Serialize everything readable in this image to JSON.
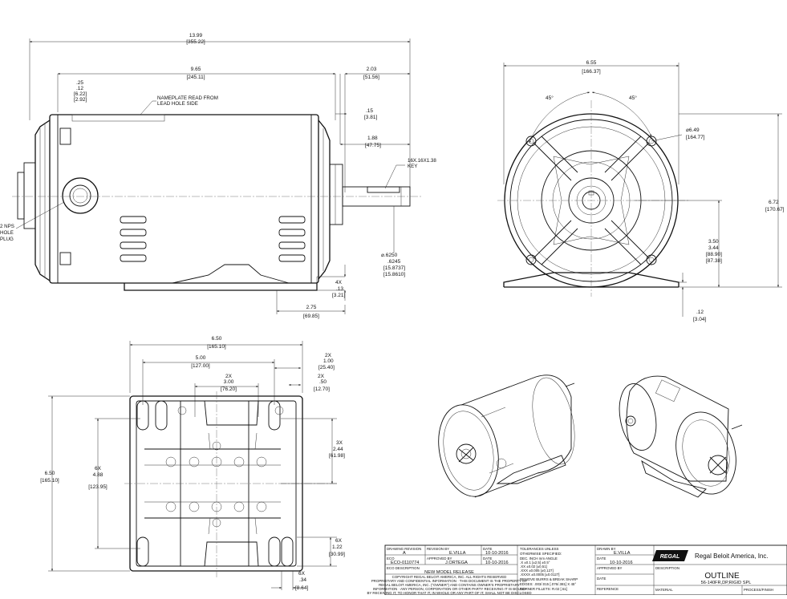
{
  "side_view": {
    "overall_length": [
      "13.99",
      "[355.22]"
    ],
    "body_length": [
      "9.65",
      "[245.11]"
    ],
    "shaft_ext": [
      "2.03",
      "[51.56]"
    ],
    "top_offset": [
      ".25",
      ".12",
      "[6.22]",
      "[2.92]"
    ],
    "shoulder": [
      ".15",
      "[3.81]"
    ],
    "shaft_len": [
      "1.88",
      "[47.75]"
    ],
    "key_note": [
      "16X.16X1.38",
      "KEY"
    ],
    "nameplate_note": [
      "NAMEPLATE READ FROM",
      "LEAD HOLE SIDE"
    ],
    "plug_note": [
      "2 NPS",
      "HOLE",
      "PLUG"
    ],
    "shaft_dia": [
      "⌀.6250",
      ".6245",
      "[15.8737]",
      "[15.8610]"
    ],
    "base_thick": [
      "4X",
      ".13",
      "[3.21]"
    ],
    "base_offset": [
      "2.75",
      "[69.85]"
    ]
  },
  "end_view": {
    "width": [
      "6.55",
      "[166.37]"
    ],
    "angle_left": "45°",
    "angle_right": "45°",
    "bolt_circle": [
      "⌀6.49",
      "[164.77]"
    ],
    "height": [
      "6.72",
      "[170.67]"
    ],
    "shaft_height": [
      "3.50",
      "3.44",
      "[88.90]",
      "[87.38]"
    ],
    "base_gap": [
      ".12",
      "[3.04]"
    ]
  },
  "base_view": {
    "width": [
      "6.50",
      "[165.10]"
    ],
    "slot_span": [
      "5.00",
      "[127.00]"
    ],
    "slot_w": [
      "2X",
      "1.00",
      "[25.40]"
    ],
    "inner_span": [
      "2X",
      "3.00",
      "[76.20]"
    ],
    "slot_small": [
      "2X",
      ".50",
      "[12.70]"
    ],
    "height": [
      "6.50",
      "[165.10]"
    ],
    "hole_span": [
      "6X",
      "4.88",
      "[123.95]"
    ],
    "row_span": [
      "3X",
      "2.44",
      "[61.98]"
    ],
    "slot_len": [
      "6X",
      "1.22",
      "[30.99]"
    ],
    "slot_wid": [
      "6X",
      ".34",
      "[8.64]"
    ]
  },
  "title_block": {
    "drawing_revision_label": "DRAWING REVISION",
    "drawing_revision": "A",
    "revision_by_label": "REVISION BY",
    "revision_by": "E.VILLA",
    "date_label": "DATE",
    "revision_date": "10-10-2016",
    "eco_label": "ECO",
    "eco": "ECO-0110774",
    "approved_by_label": "APPROVED BY",
    "approved_by": "J.ORTEGA",
    "approved_date": "10-10-2016",
    "eco_desc_label": "ECO DESCRIPTION",
    "eco_desc": "NEW MODEL RELEASE",
    "copyright": [
      "COPYRIGHT REGAL BELOIT AMERICA, INC. ALL RIGHTS RESERVED",
      "PROPRIETARY AND CONFIDENTIAL INFORMATION · THIS DOCUMENT IS THE PROPERTY OF",
      "REGAL BELOIT AMERICA, INC. (\"OWNER\") AND CONTAINS OWNER'S PROPRIETARY",
      "INFORMATION · ANY PERSON, CORPORATION OR OTHER PARTY RECEIVING IT IS BOUND",
      "BY RECEIVING IT, TO HONOR THAT IT, IN WHOLE OR ANY PART OF IT, SHALL NOT BE DISCLOSED"
    ],
    "tolerances": [
      "TOLERANCES UNLESS",
      "OTHERWISE SPECIFIED:",
      "DEC.     INCH        mm      ANGLE",
      " .X        ±0.1      [±2.5]     ±0.5°",
      " .XX      ±0.02     [±0.51]",
      " .XXX    ±0.005    [±0.127]",
      " .XXXX  ±0.0005   [±0.0127]",
      "REMOVE BURRS & BREAK SHARP",
      "EDGES: .003/.015 [.076/.381] X 45°",
      "CORNER FILLETS: R.02 [.51]"
    ],
    "drawn_by_label": "DRAWN BY",
    "drawn_by": "E.VILLA",
    "drawn_date_label": "DATE",
    "drawn_date": "10-10-2016",
    "approved_by2_label": "APPROVED BY",
    "date2_label": "DATE",
    "reference_label": "REFERENCE",
    "logo_text": "REGAL",
    "company": "Regal Beloit America, Inc.",
    "description_label": "DESCRIPTION",
    "description_title": "OUTLINE",
    "description_sub": "56-140FR,DP,RIGID SPL",
    "material_label": "MATERIAL",
    "process_label": "PROCESS/FINISH"
  }
}
